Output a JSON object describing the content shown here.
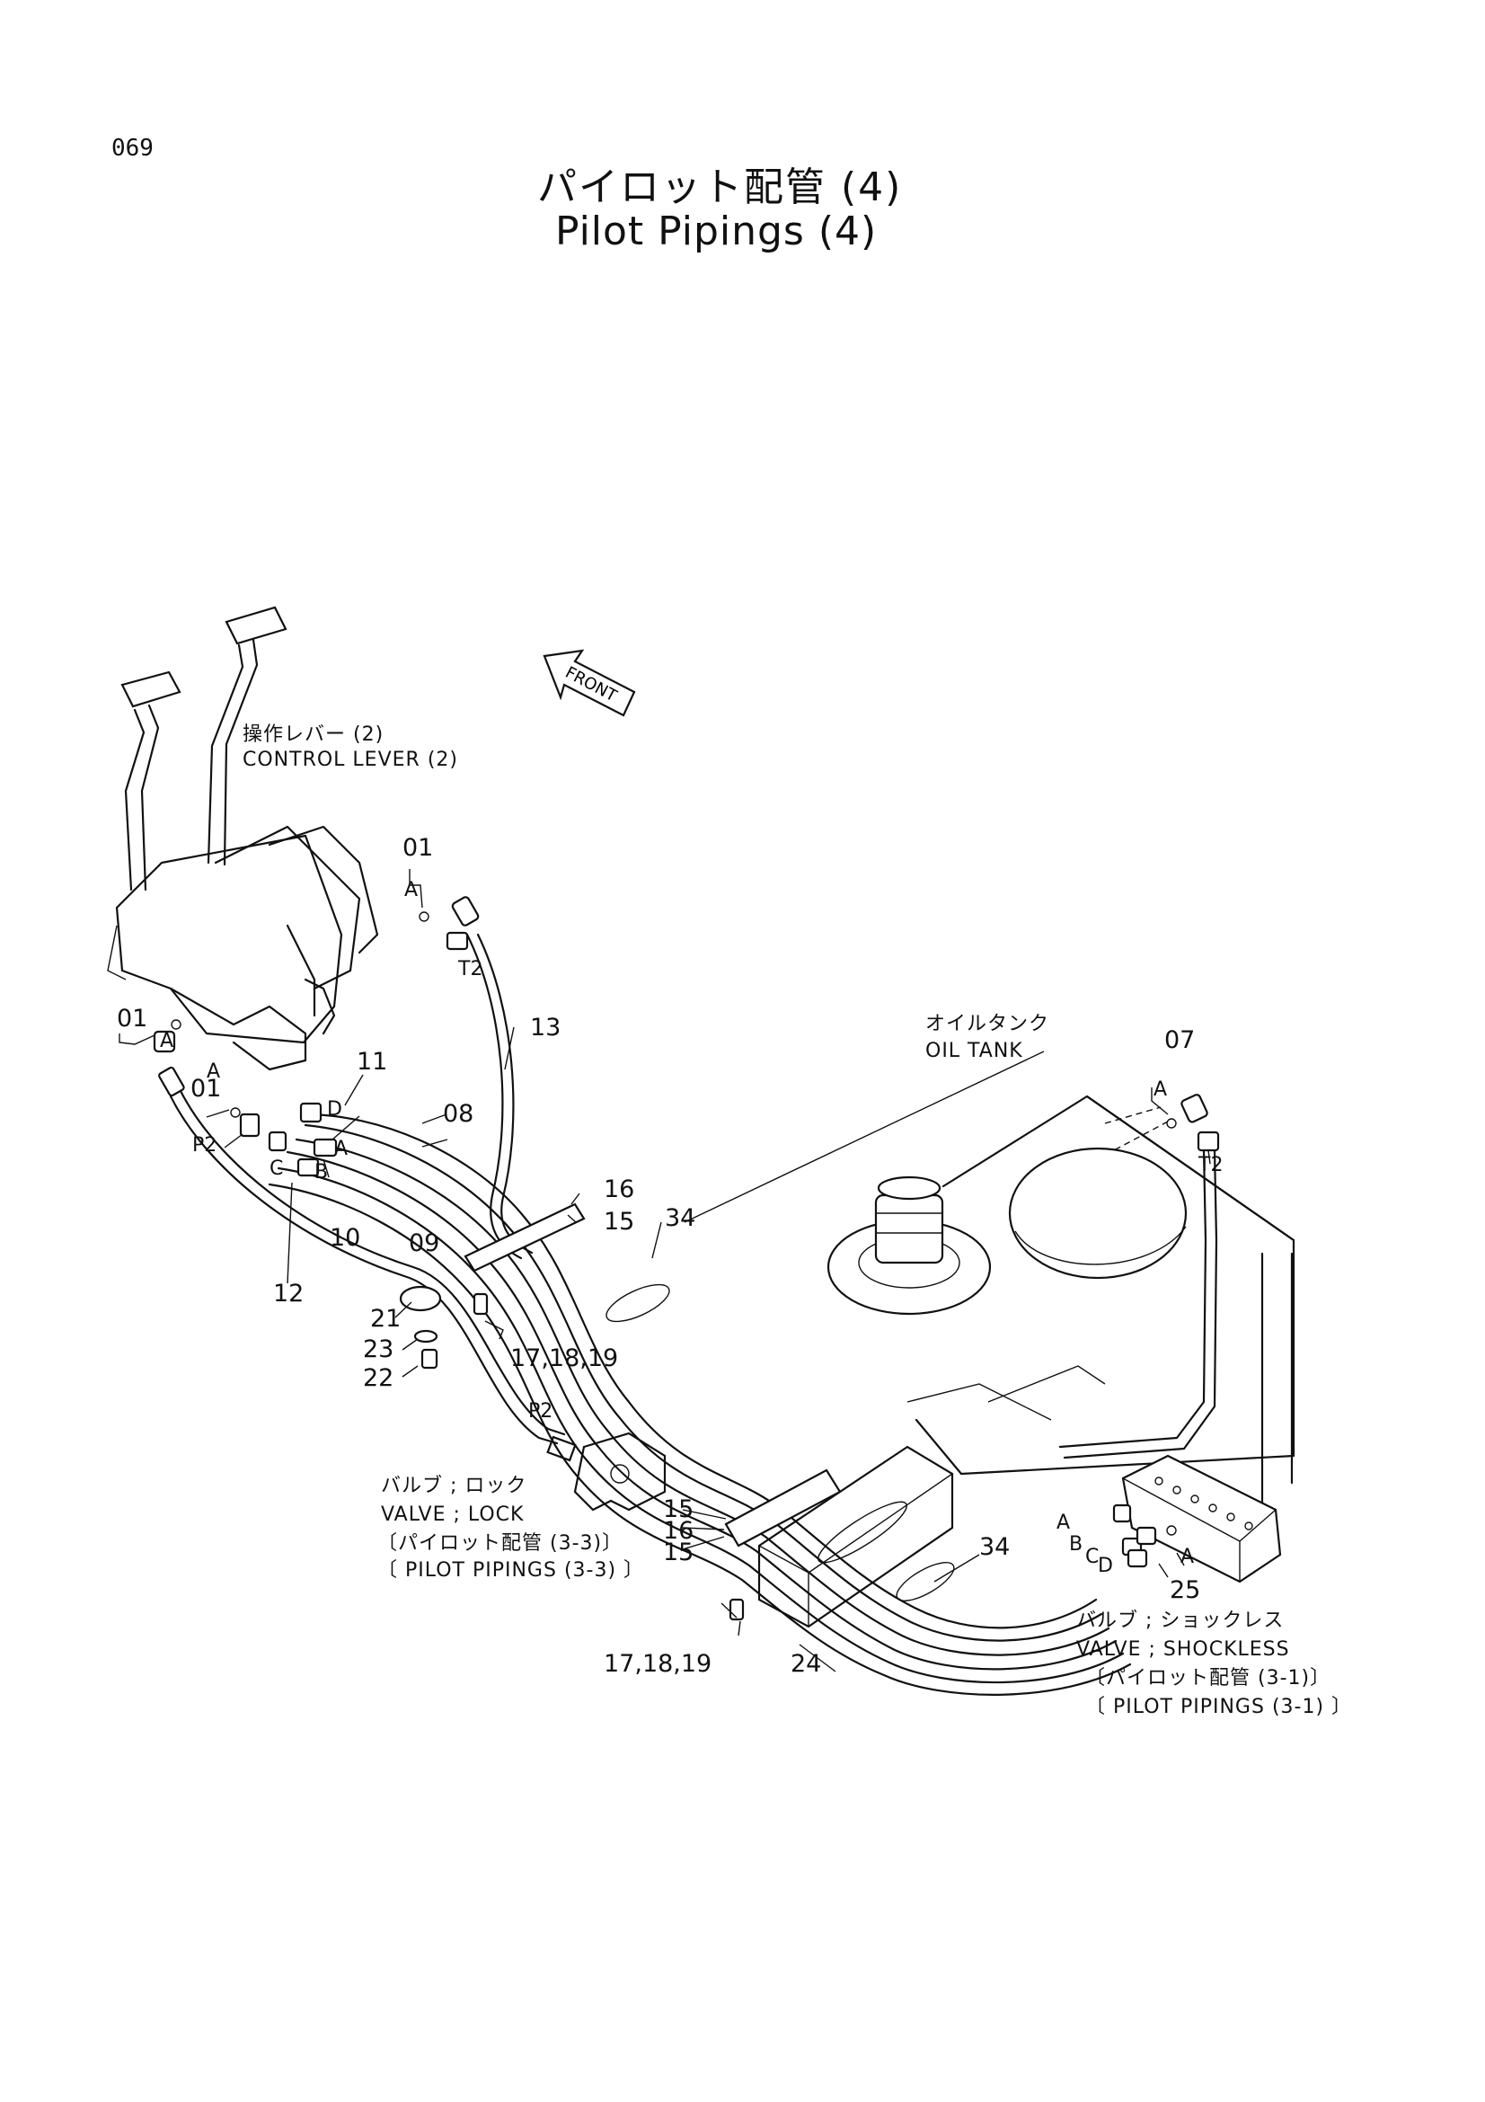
{
  "page_number": "069",
  "title": {
    "ja": "パイロット配管 (4)",
    "en": "Pilot Pipings (4)"
  },
  "front_arrow": "FRONT",
  "callouts": {
    "control_lever_ja": "操作レバー (2)",
    "control_lever_en": "CONTROL LEVER (2)",
    "oil_tank_ja": "オイルタンク",
    "oil_tank_en": "OIL TANK",
    "valve_lock_ja": "バルブ ; ロック",
    "valve_lock_en": "VALVE ; LOCK",
    "valve_lock_ref_ja": "〔パイロット配管 (3-3)〕",
    "valve_lock_ref_en": "〔 PILOT  PIPINGS (3-3) 〕",
    "valve_shockless_ja": "バルブ ; ショックレス",
    "valve_shockless_en": "VALVE ; SHOCKLESS",
    "valve_shockless_ref_ja": "〔パイロット配管 (3-1)〕",
    "valve_shockless_ref_en": "〔 PILOT  PIPINGS (3-1) 〕"
  },
  "part_numbers": {
    "p01_top": "01",
    "p01_left": "01",
    "p01_mid": "01",
    "p07": "07",
    "p08": "08",
    "p09": "09",
    "p10": "10",
    "p11": "11",
    "p12": "12",
    "p13": "13",
    "p15_top": "15",
    "p15_a": "15",
    "p15_b": "15",
    "p16_top": "16",
    "p16_low": "16",
    "p17_top": "17,18,19",
    "p17_low": "17,18,19",
    "p21": "21",
    "p22": "22",
    "p23": "23",
    "p24": "24",
    "p25": "25",
    "p34_top": "34",
    "p34_low": "34"
  },
  "port_labels": {
    "A_top": "A",
    "T2_top": "T2",
    "A_left": "A",
    "A_mid": "A",
    "P2_left": "P2",
    "D": "D",
    "A_pipe": "A",
    "B_pipe": "B",
    "C_pipe": "C",
    "A_tank": "A",
    "T2_tank": "T2",
    "P2_lock": "P2",
    "A_shock": "A",
    "B_shock": "B",
    "C_shock": "C",
    "D_shock": "D",
    "A_shock2": "A"
  }
}
